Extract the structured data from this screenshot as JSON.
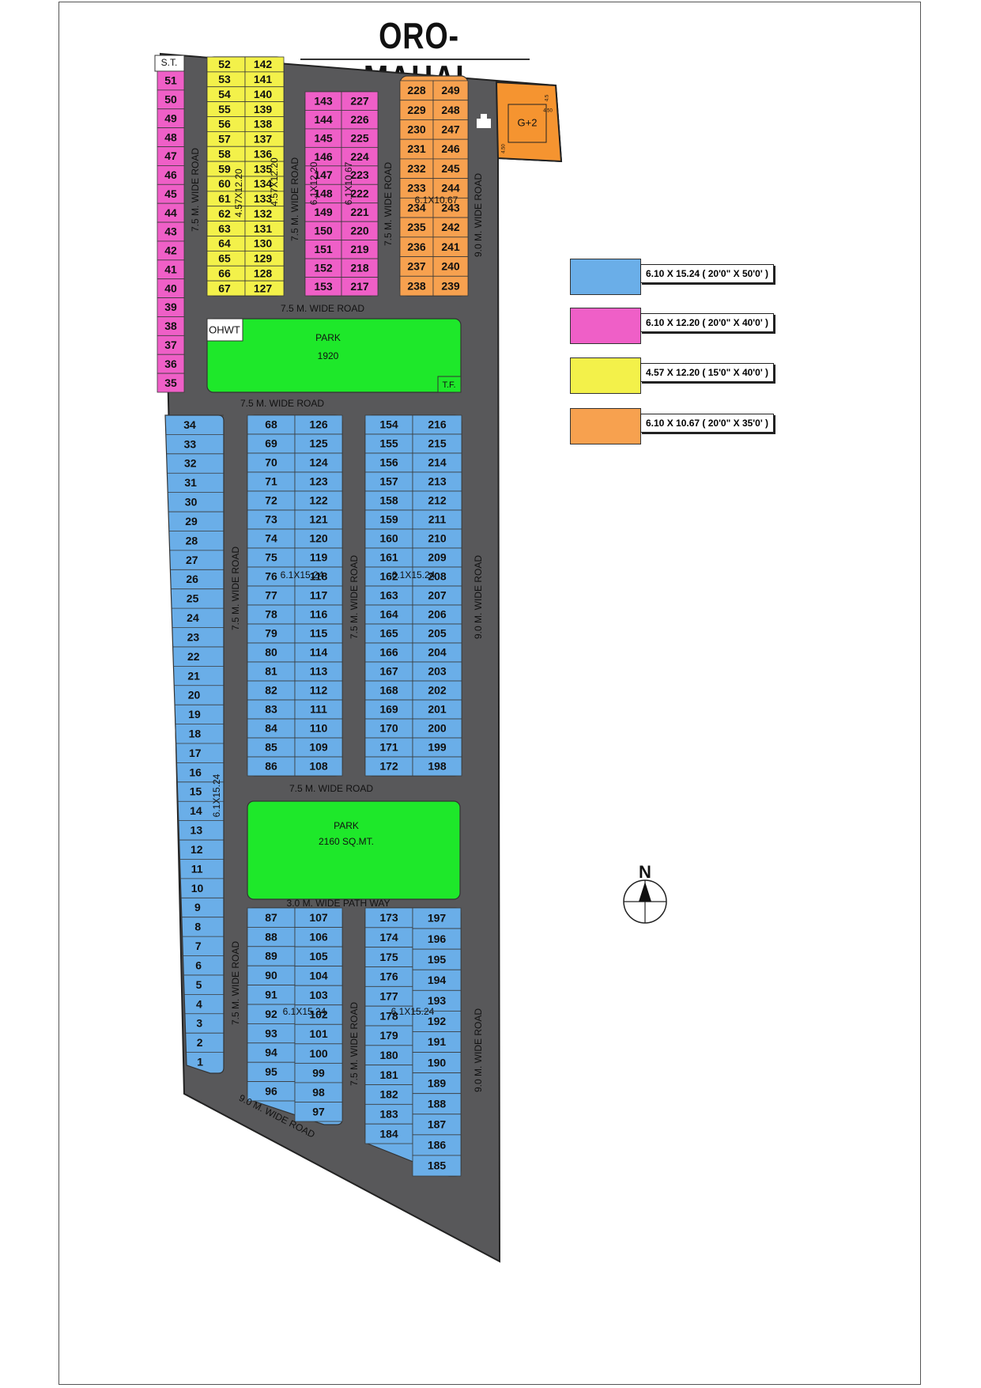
{
  "title": "ORO-MAHAL",
  "colors": {
    "road": "#58585a",
    "blue_plot": "#6aaee8",
    "pink_plot": "#ef5fc7",
    "yellow_plot": "#f3f14a",
    "orange_plot": "#f7a14f",
    "park": "#1ee82a",
    "amenity_orange": "#f59430"
  },
  "legend": [
    {
      "color": "#6aaee8",
      "label": "6.10 X 15.24  ( 20'0\" X 50'0' )"
    },
    {
      "color": "#ef5fc7",
      "label": "6.10 X 12.20  ( 20'0\" X 40'0' )"
    },
    {
      "color": "#f3f14a",
      "label": "4.57 X 12.20   ( 15'0\" X 40'0' )"
    },
    {
      "color": "#f7a14f",
      "label": "6.10 X 10.67  ( 20'0\" X 35'0' )"
    }
  ],
  "road_labels": {
    "r75": "7.5 M. WIDE ROAD",
    "r90": "9.0 M. WIDE ROAD",
    "path": "3.0 M. WIDE PATH WAY"
  },
  "parks": [
    {
      "label": "PARK",
      "area": "1920"
    },
    {
      "label": "PARK",
      "area": "2160 SQ.MT."
    }
  ],
  "amenities": {
    "st": "S.T.",
    "ohwt": "OHWT",
    "tf": "T.F.",
    "g2": "G+2",
    "dim_45": "4.5",
    "dim_450": "4.50"
  },
  "block_sizes": {
    "y": "4.57X12.20",
    "p": "6.1X12.20",
    "o1": "6.1X10.67",
    "o2": "6.1X10.67",
    "b": "6.1X15.24"
  },
  "compass": "N",
  "plots": {
    "col_pink_left": [
      "51",
      "50",
      "49",
      "48",
      "47",
      "46",
      "45",
      "44",
      "43",
      "42",
      "41",
      "40",
      "39",
      "38",
      "37",
      "36",
      "35"
    ],
    "yellow_left": [
      "52",
      "53",
      "54",
      "55",
      "56",
      "57",
      "58",
      "59",
      "60",
      "61",
      "62",
      "63",
      "64",
      "65",
      "66",
      "67"
    ],
    "yellow_right": [
      "142",
      "141",
      "140",
      "139",
      "138",
      "137",
      "136",
      "135",
      "134",
      "133",
      "132",
      "131",
      "130",
      "129",
      "128",
      "127"
    ],
    "pink_left": [
      "143",
      "144",
      "145",
      "146",
      "147",
      "148",
      "149",
      "150",
      "151",
      "152",
      "153"
    ],
    "pink_right": [
      "227",
      "226",
      "225",
      "224",
      "223",
      "222",
      "221",
      "220",
      "219",
      "218",
      "217"
    ],
    "orange_left": [
      "228",
      "229",
      "230",
      "231",
      "232",
      "233",
      "234",
      "235",
      "236",
      "237",
      "238"
    ],
    "orange_right": [
      "249",
      "248",
      "247",
      "246",
      "245",
      "244",
      "243",
      "242",
      "241",
      "240",
      "239"
    ],
    "blue_left_col": [
      "34",
      "33",
      "32",
      "31",
      "30",
      "29",
      "28",
      "27",
      "26",
      "25",
      "24",
      "23",
      "22",
      "21",
      "20",
      "19",
      "18",
      "17",
      "16",
      "15",
      "14",
      "13",
      "12",
      "11",
      "10",
      "9",
      "8",
      "7",
      "6",
      "5",
      "4",
      "3",
      "2",
      "1"
    ],
    "b1_left": [
      "68",
      "69",
      "70",
      "71",
      "72",
      "73",
      "74",
      "75",
      "76",
      "77",
      "78",
      "79",
      "80",
      "81",
      "82",
      "83",
      "84",
      "85",
      "86"
    ],
    "b1_right": [
      "126",
      "125",
      "124",
      "123",
      "122",
      "121",
      "120",
      "119",
      "118",
      "117",
      "116",
      "115",
      "114",
      "113",
      "112",
      "111",
      "110",
      "109",
      "108"
    ],
    "b2_left": [
      "154",
      "155",
      "156",
      "157",
      "158",
      "159",
      "160",
      "161",
      "162",
      "163",
      "164",
      "165",
      "166",
      "167",
      "168",
      "169",
      "170",
      "171",
      "172"
    ],
    "b2_right": [
      "216",
      "215",
      "214",
      "213",
      "212",
      "211",
      "210",
      "209",
      "208",
      "207",
      "206",
      "205",
      "204",
      "203",
      "202",
      "201",
      "200",
      "199",
      "198"
    ],
    "b3_left": [
      "87",
      "88",
      "89",
      "90",
      "91",
      "92",
      "93",
      "94",
      "95",
      "96"
    ],
    "b3_right": [
      "107",
      "106",
      "105",
      "104",
      "103",
      "102",
      "101",
      "100",
      "99",
      "98",
      "97"
    ],
    "b4_left": [
      "173",
      "174",
      "175",
      "176",
      "177",
      "178",
      "179",
      "180",
      "181",
      "182",
      "183",
      "184"
    ],
    "b4_right": [
      "197",
      "196",
      "195",
      "194",
      "193",
      "192",
      "191",
      "190",
      "189",
      "188",
      "187",
      "186",
      "185"
    ]
  }
}
